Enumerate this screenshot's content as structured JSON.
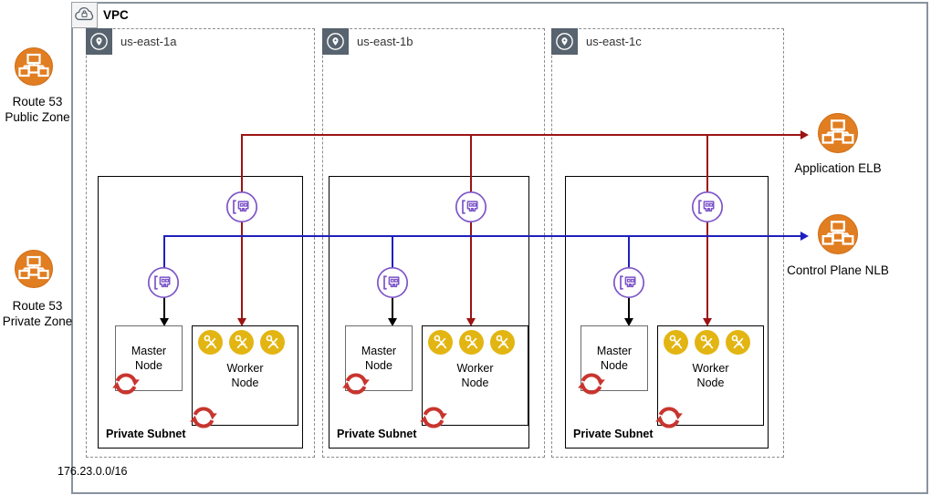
{
  "diagram": {
    "vpc_label": "VPC",
    "vpc_cidr": "176.23.0.0/16",
    "zones": [
      {
        "label": "us-east-1a"
      },
      {
        "label": "us-east-1b"
      },
      {
        "label": "us-east-1c"
      }
    ],
    "subnet_label": "Private Subnet",
    "master_label": "Master\nNode",
    "worker_label": "Worker\nNode",
    "external": {
      "route53_public": "Route 53\nPublic Zone",
      "route53_private": "Route 53\nPrivate Zone",
      "app_elb": "Application ELB",
      "control_nlb": "Control Plane NLB"
    },
    "icons": {
      "vpc": "cloud-lock-icon",
      "availability_zone": "location-pin-icon",
      "network_interface": "network-interface-icon",
      "pod": "pod-icon",
      "sync": "openshift-sync-icon",
      "load_balancer": "load-balancer-tree-icon"
    },
    "colors": {
      "orange": "#E17E22",
      "slate": "#57636E",
      "purple": "#7D55C8",
      "yellow": "#E3B512",
      "openshift_red": "#C8352E",
      "line_red": "#9C1313",
      "line_blue": "#1F1FBE",
      "vpc_border": "#8A929E"
    }
  }
}
